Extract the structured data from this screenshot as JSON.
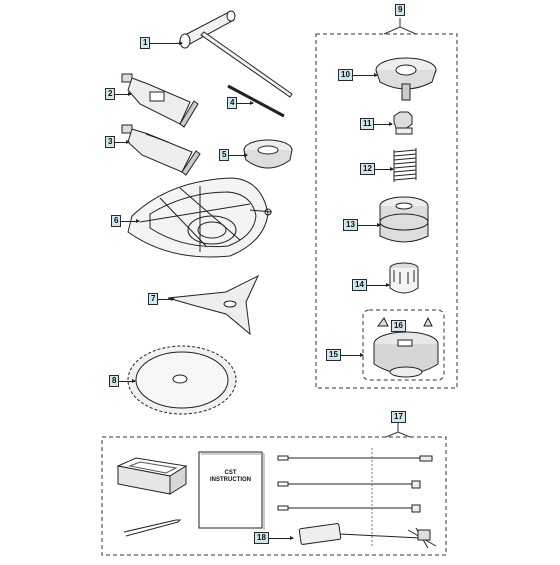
{
  "diagram": {
    "callouts": [
      {
        "id": "c1",
        "label": "1"
      },
      {
        "id": "c2",
        "label": "2"
      },
      {
        "id": "c3",
        "label": "3"
      },
      {
        "id": "c4",
        "label": "4"
      },
      {
        "id": "c5",
        "label": "5"
      },
      {
        "id": "c6",
        "label": "6"
      },
      {
        "id": "c7",
        "label": "7"
      },
      {
        "id": "c8",
        "label": "8"
      },
      {
        "id": "c9",
        "label": "9"
      },
      {
        "id": "c10",
        "label": "10"
      },
      {
        "id": "c11",
        "label": "11"
      },
      {
        "id": "c12",
        "label": "12"
      },
      {
        "id": "c13",
        "label": "13"
      },
      {
        "id": "c14",
        "label": "14"
      },
      {
        "id": "c15",
        "label": "15"
      },
      {
        "id": "c16",
        "label": "16"
      },
      {
        "id": "c17",
        "label": "17"
      },
      {
        "id": "c18",
        "label": "18"
      }
    ],
    "instruction_doc": {
      "line1": "CST",
      "line2": "INSTRUCTION"
    },
    "colors": {
      "label_fill": "#cfe7ee",
      "line": "#222222",
      "part_fill": "#e6e6e6"
    }
  }
}
